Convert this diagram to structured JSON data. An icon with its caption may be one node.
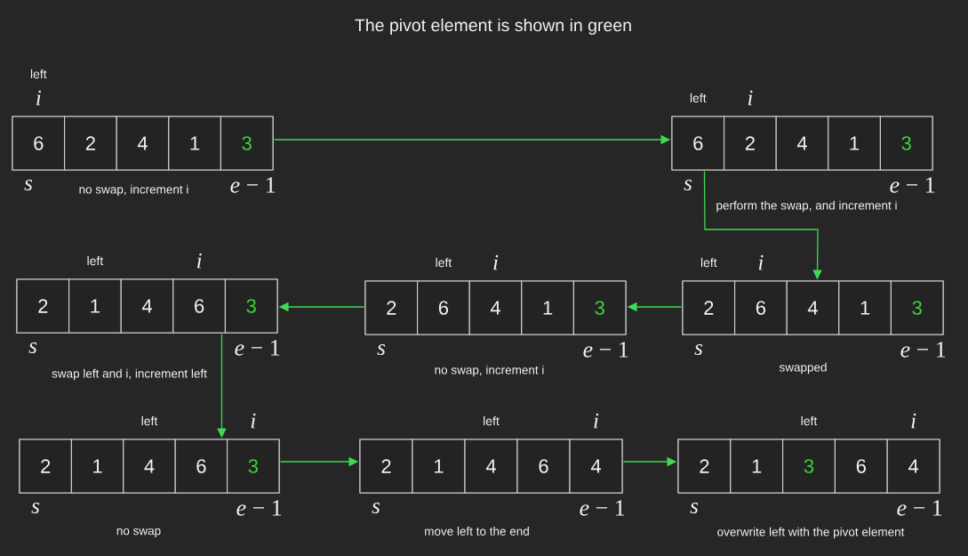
{
  "diagram": {
    "title": "The pivot element is shown in green",
    "nodes": [
      {
        "text": [],
        "shape": "box",
        "beside": [
          "s",
          "*e* − 1",
          "no swap, increment i"
        ]
      },
      {
        "text": [
          "6"
        ],
        "in": 0,
        "beside": [
          "left",
          "i"
        ]
      },
      {
        "text": [
          "2"
        ],
        "in": 0
      },
      {
        "text": [
          "4"
        ],
        "in": 0
      },
      {
        "text": [
          "1"
        ],
        "in": 0
      },
      {
        "text": [
          "3"
        ],
        "in": 0
      },
      {
        "text": [],
        "shape": "box",
        "beside": [
          "s",
          "*e* − 1",
          "perform the swap, and increment i"
        ]
      },
      {
        "text": [
          "6"
        ],
        "in": 6,
        "beside": [
          "left"
        ]
      },
      {
        "text": [
          "2"
        ],
        "in": 6,
        "beside": [
          "i"
        ]
      },
      {
        "text": [
          "4"
        ],
        "in": 6
      },
      {
        "text": [
          "1"
        ],
        "in": 6
      },
      {
        "text": [
          "3"
        ],
        "in": 6
      },
      {
        "text": [],
        "shape": "box",
        "beside": [
          "s",
          "*e* − 1",
          "swap left and i, increment left"
        ]
      },
      {
        "text": [
          "2"
        ],
        "in": 12
      },
      {
        "text": [
          "1"
        ],
        "in": 12,
        "beside": [
          "left"
        ]
      },
      {
        "text": [
          "4"
        ],
        "in": 12
      },
      {
        "text": [
          "6"
        ],
        "in": 12,
        "beside": [
          "i"
        ]
      },
      {
        "text": [
          "3"
        ],
        "in": 12
      },
      {
        "text": [],
        "shape": "box",
        "beside": [
          "s",
          "*e* − 1",
          "no swap, increment i"
        ]
      },
      {
        "text": [
          "2"
        ],
        "in": 18
      },
      {
        "text": [
          "6"
        ],
        "in": 18,
        "beside": [
          "left"
        ]
      },
      {
        "text": [
          "4"
        ],
        "in": 18,
        "beside": [
          "i"
        ]
      },
      {
        "text": [
          "1"
        ],
        "in": 18
      },
      {
        "text": [
          "3"
        ],
        "in": 18
      },
      {
        "text": [],
        "shape": "box",
        "beside": [
          "s",
          "*e* − 1",
          "swapped"
        ]
      },
      {
        "text": [
          "2"
        ],
        "in": 24,
        "beside": [
          "left"
        ]
      },
      {
        "text": [
          "6"
        ],
        "in": 24,
        "beside": [
          "i"
        ]
      },
      {
        "text": [
          "4"
        ],
        "in": 24
      },
      {
        "text": [
          "1"
        ],
        "in": 24
      },
      {
        "text": [
          "3"
        ],
        "in": 24
      },
      {
        "text": [],
        "shape": "box",
        "beside": [
          "s",
          "*e* − 1",
          "no swap"
        ]
      },
      {
        "text": [
          "2"
        ],
        "in": 30
      },
      {
        "text": [
          "1"
        ],
        "in": 30
      },
      {
        "text": [
          "4"
        ],
        "in": 30,
        "beside": [
          "left"
        ]
      },
      {
        "text": [
          "6"
        ],
        "in": 30
      },
      {
        "text": [
          "3"
        ],
        "in": 30,
        "beside": [
          "i"
        ]
      },
      {
        "text": [],
        "shape": "box",
        "beside": [
          "s",
          "*e* − 1",
          "move left to the end"
        ]
      },
      {
        "text": [
          "2"
        ],
        "in": 36
      },
      {
        "text": [
          "1"
        ],
        "in": 36
      },
      {
        "text": [
          "4"
        ],
        "in": 36,
        "beside": [
          "left"
        ]
      },
      {
        "text": [
          "6"
        ],
        "in": 36
      },
      {
        "text": [
          "4"
        ],
        "in": 36,
        "beside": [
          "i"
        ]
      },
      {
        "text": [],
        "shape": "box",
        "beside": [
          "s",
          "*e* − 1",
          "overwrite left with the pivot element"
        ]
      },
      {
        "text": [
          "2"
        ],
        "in": 42
      },
      {
        "text": [
          "1"
        ],
        "in": 42
      },
      {
        "text": [
          "3"
        ],
        "in": 42,
        "beside": [
          "left"
        ]
      },
      {
        "text": [
          "6"
        ],
        "in": 42
      },
      {
        "text": [
          "4"
        ],
        "in": 42,
        "beside": [
          "i"
        ]
      }
    ],
    "edges": [
      {
        "from": 0,
        "to": 6,
        "arrow": "to"
      },
      {
        "from": 6,
        "to": 24,
        "arrow": "to"
      },
      {
        "from": 24,
        "to": 18,
        "arrow": "to"
      },
      {
        "from": 18,
        "to": 12,
        "arrow": "to"
      },
      {
        "from": 12,
        "to": 30,
        "arrow": "to"
      },
      {
        "from": 30,
        "to": 36,
        "arrow": "to"
      },
      {
        "from": 36,
        "to": 42,
        "arrow": "to"
      }
    ]
  }
}
